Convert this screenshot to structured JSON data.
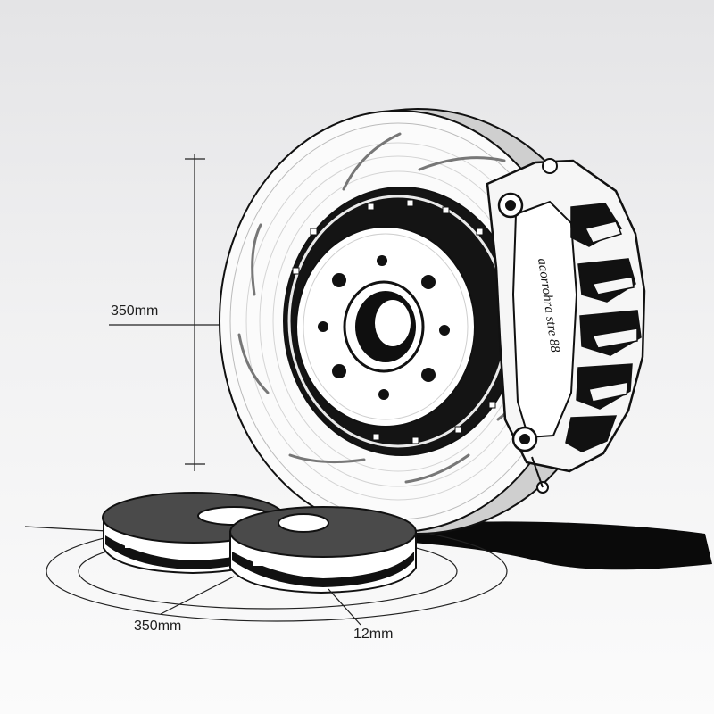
{
  "dimensions": {
    "rotor_height": "350mm",
    "pad_diameter": "350mm",
    "pad_thickness": "12mm"
  },
  "caliper": {
    "lettering": "aaorrohra stre 88"
  },
  "colors": {
    "ink": "#111111",
    "paper": "#ffffff",
    "background_top": "#e4e4e6",
    "background_bottom": "#fbfbfb",
    "pad_face": "#4a4a4a",
    "shadow": "#0a0a0a"
  }
}
